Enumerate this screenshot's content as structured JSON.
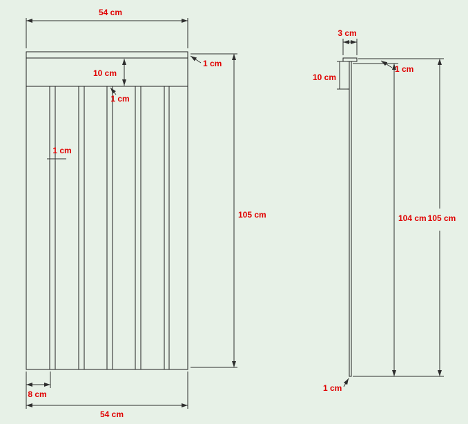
{
  "colors": {
    "background": "#e7f1e7",
    "object_line": "#1f1f1f",
    "dimension_line": "#2e2e2e",
    "dimension_text": "#e00000"
  },
  "front_view": {
    "dims": {
      "top_width": "54 cm",
      "top_rail_height": "1 cm",
      "header_height": "10 cm",
      "slat_gap": "1 cm",
      "slat_gap_left": "1 cm",
      "total_height": "105 cm",
      "slat_width": "8 cm",
      "bottom_width": "54 cm"
    }
  },
  "side_view": {
    "dims": {
      "cap_depth": "3 cm",
      "header_height": "10 cm",
      "cap_thickness": "1 cm",
      "panel_height": "104 cm",
      "total_height": "105 cm",
      "panel_thickness": "1 cm"
    }
  }
}
